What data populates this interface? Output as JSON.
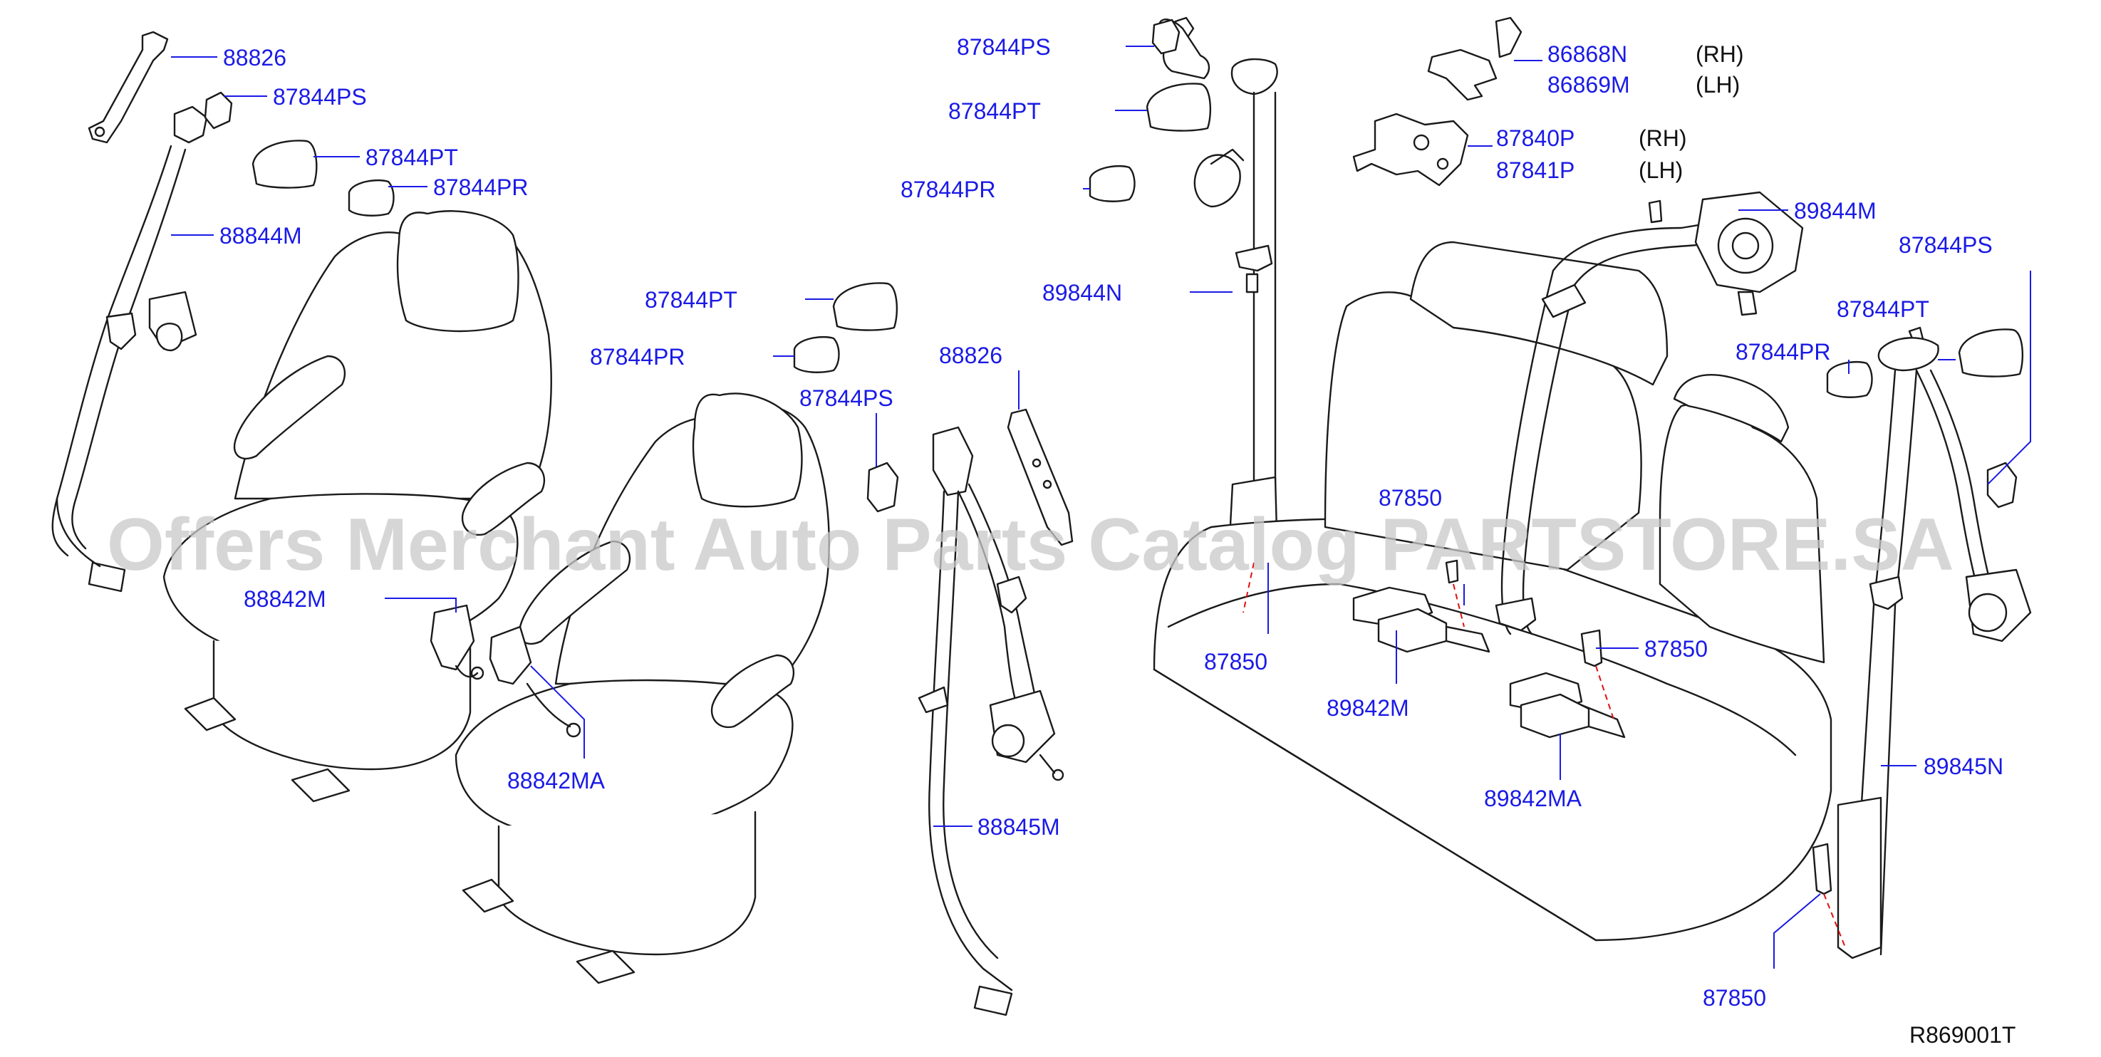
{
  "watermark": "Offers Merchant Auto Parts Catalog PARTSTORE.SA",
  "reference_code": "R869001T",
  "labels": {
    "l88826_a": "88826",
    "l87844PS_a": "87844PS",
    "l87844PT_a": "87844PT",
    "l87844PR_a": "87844PR",
    "l88844M": "88844M",
    "l88842M": "88842M",
    "l88842MA": "88842MA",
    "l87844PT_b": "87844PT",
    "l87844PR_b": "87844PR",
    "l87844PS_b": "87844PS",
    "l88826_b": "88826",
    "l88845M": "88845M",
    "l87844PS_c": "87844PS",
    "l87844PT_c": "87844PT",
    "l87844PR_c": "87844PR",
    "l89844N": "89844N",
    "l86868N": "86868N",
    "l86869M": "86869M",
    "l87840P": "87840P",
    "l87841P": "87841P",
    "l89844M": "89844M",
    "l87844PS_d": "87844PS",
    "l87844PT_d": "87844PT",
    "l87844PR_d": "87844PR",
    "l87850_a": "87850",
    "l87850_b": "87850",
    "l87850_c": "87850",
    "l87850_d": "87850",
    "l89842M": "89842M",
    "l89842MA": "89842MA",
    "l89845N": "89845N"
  },
  "sides": {
    "rh_a": "(RH)",
    "lh_a": "(LH)",
    "rh_b": "(RH)",
    "lh_b": "(LH)"
  }
}
